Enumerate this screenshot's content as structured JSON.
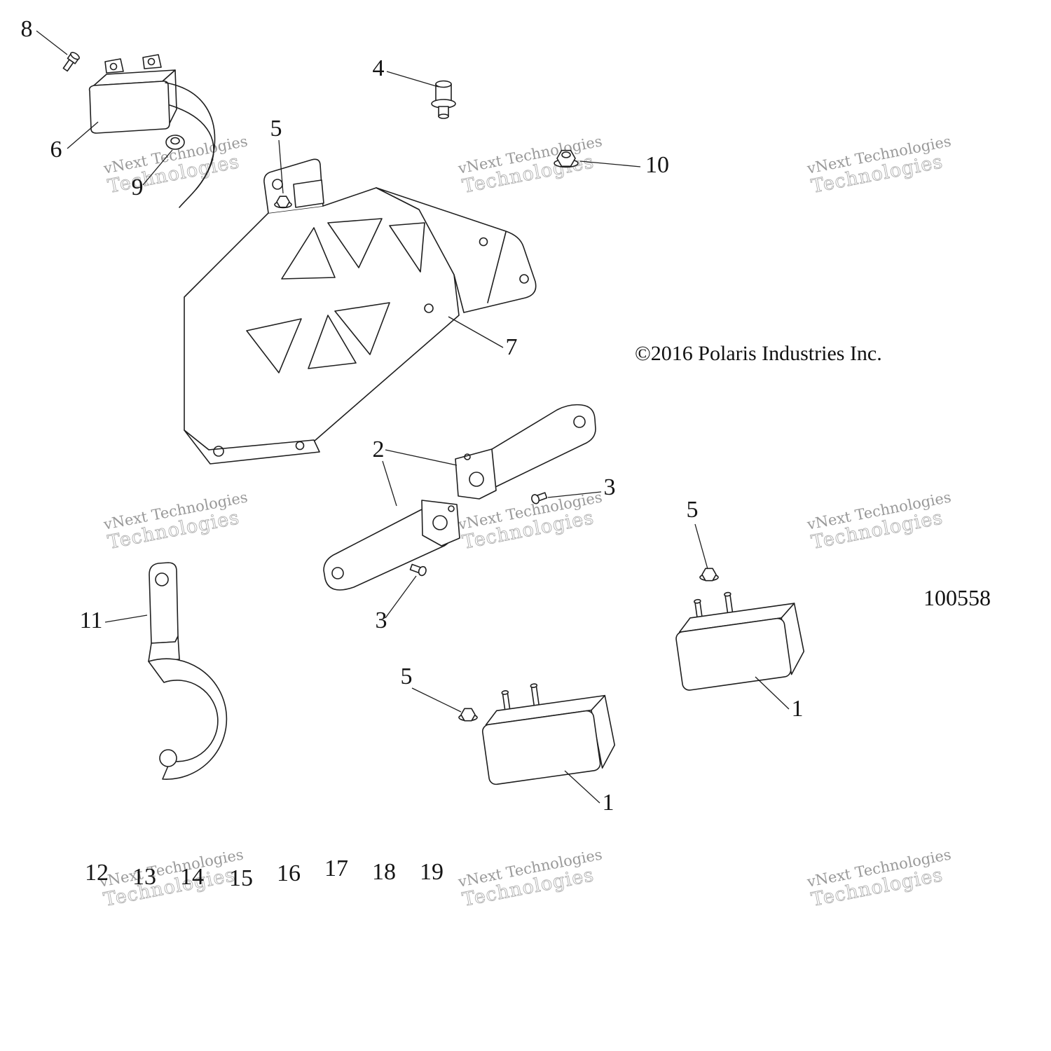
{
  "diagram": {
    "copyright": "©2016  Polaris Industries Inc.",
    "part_number": "100558"
  },
  "watermark": {
    "full": "vNext Technologies",
    "line2": "Technologies"
  },
  "callouts": {
    "c1": "1",
    "c2": "2",
    "c3": "3",
    "c4": "4",
    "c5": "5",
    "c6": "6",
    "c7": "7",
    "c8": "8",
    "c9": "9",
    "c10": "10",
    "c11": "11"
  },
  "reference_row": [
    "12",
    "13",
    "14",
    "15",
    "16",
    "17",
    "18",
    "19"
  ]
}
